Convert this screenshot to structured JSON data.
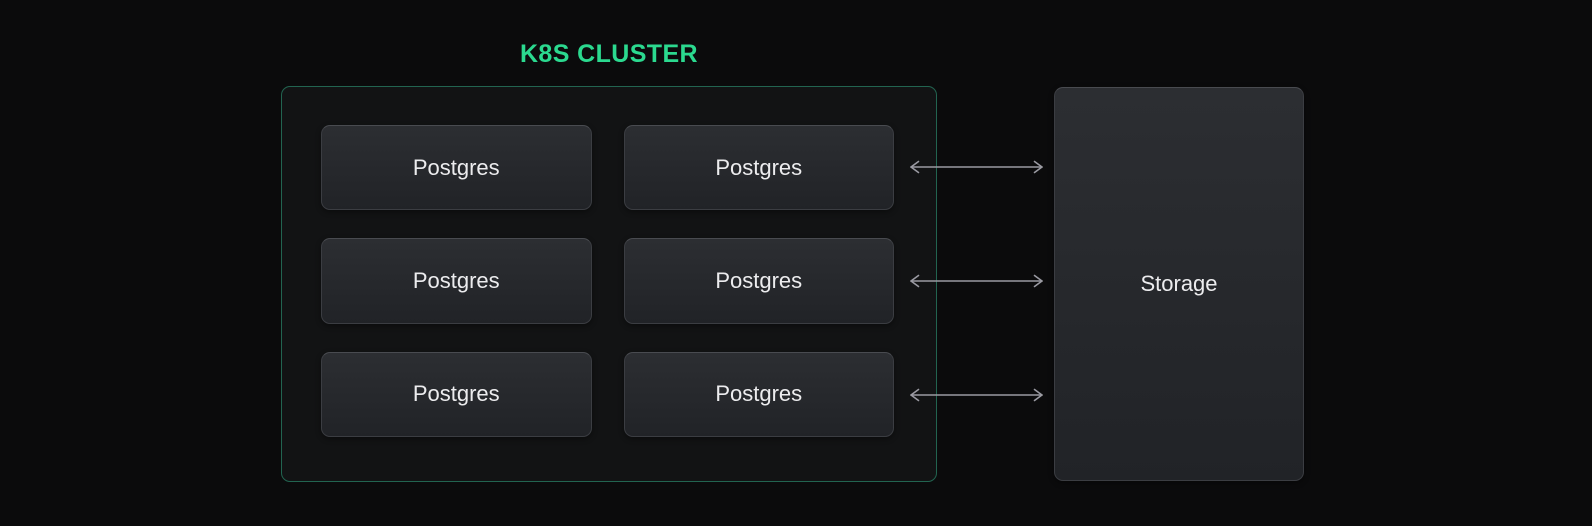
{
  "colors": {
    "bg": "#0b0b0c",
    "accent": "#2bd98f",
    "cluster-border": "#226450",
    "cluster-fill": "#121314",
    "node-border": "#3b3d42",
    "node-border-top": "#494b50",
    "node-top": "#2c2e32",
    "node-bottom": "#212327",
    "text": "#ececee",
    "arrow": "#9a9aa2"
  },
  "title": {
    "label": "K8S CLUSTER"
  },
  "cluster": {
    "nodes": [
      {
        "label": "Postgres"
      },
      {
        "label": "Postgres"
      },
      {
        "label": "Postgres"
      },
      {
        "label": "Postgres"
      },
      {
        "label": "Postgres"
      },
      {
        "label": "Postgres"
      }
    ]
  },
  "storage": {
    "label": "Storage"
  },
  "arrows": {
    "count": 3,
    "style": "bidirectional"
  }
}
